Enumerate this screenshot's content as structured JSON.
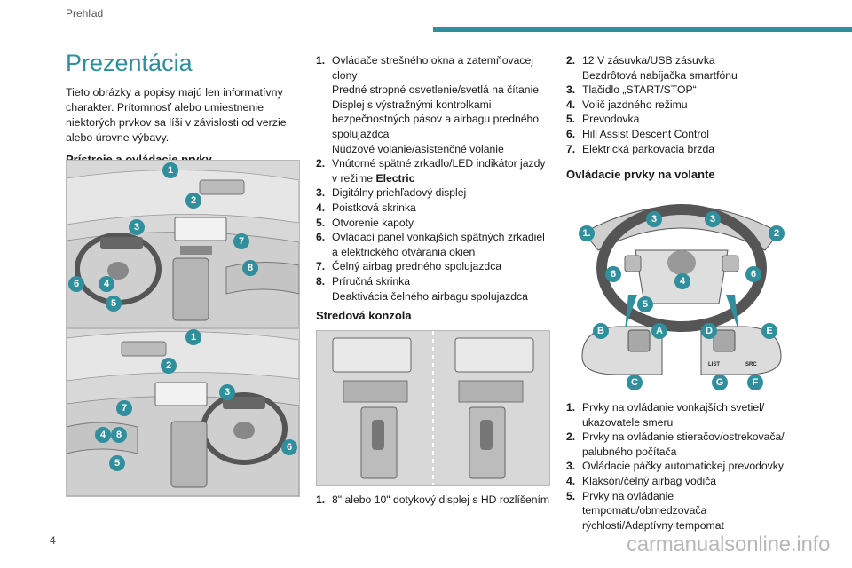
{
  "header": {
    "section": "Prehľad",
    "accent": "#2f8f9d"
  },
  "page_number": "4",
  "watermark": "carmanualsonline.info",
  "title": "Prezentácia",
  "intro": "Tieto obrázky a popisy majú len informatívny charakter.  Prítomnosť alebo umiestnenie niektorých prvkov sa líši v závislosti od verzie alebo úrovne výbavy.",
  "instruments": {
    "heading": "Prístroje a ovládacie prvky",
    "callouts_top": [
      "1",
      "2",
      "3",
      "7",
      "8",
      "6",
      "4",
      "5"
    ],
    "callouts_bottom": [
      "1",
      "2",
      "3",
      "7",
      "4",
      "8",
      "6",
      "5"
    ],
    "items": [
      {
        "n": "1.",
        "lines": [
          "Ovládače strešného okna a zatemňovacej clony",
          "Predné stropné osvetlenie/svetlá na čítanie",
          "Displej s výstražnými kontrolkami bezpečnostných pásov a airbagu predného spolujazdca",
          "Núdzové volanie/asistenčné volanie"
        ]
      },
      {
        "n": "2.",
        "pre": "Vnútorné spätné zrkadlo/LED indikátor jazdy v režime ",
        "bold": "Electric"
      },
      {
        "n": "3.",
        "lines": [
          "Digitálny priehľadový displej"
        ]
      },
      {
        "n": "4.",
        "lines": [
          "Poistková skrinka"
        ]
      },
      {
        "n": "5.",
        "lines": [
          "Otvorenie kapoty"
        ]
      },
      {
        "n": "6.",
        "lines": [
          "Ovládací panel vonkajších spätných zrkadiel a elektrického otvárania okien"
        ]
      },
      {
        "n": "7.",
        "lines": [
          "Čelný airbag predného spolujazdca"
        ]
      },
      {
        "n": "8.",
        "lines": [
          "Príručná skrinka",
          "Deaktivácia čelného airbagu spolujazdca"
        ]
      }
    ]
  },
  "console": {
    "heading": "Stredová konzola",
    "items": [
      {
        "n": "1.",
        "lines": [
          "8\" alebo 10\" dotykový displej s HD rozlíšením"
        ]
      },
      {
        "n": "2.",
        "lines": [
          "12 V zásuvka/USB zásuvka",
          "Bezdrôtová nabíjačka smartfónu"
        ]
      },
      {
        "n": "3.",
        "lines": [
          "Tlačidlo „START/STOP“"
        ]
      },
      {
        "n": "4.",
        "lines": [
          "Volič jazdného režimu"
        ]
      },
      {
        "n": "5.",
        "lines": [
          "Prevodovka"
        ]
      },
      {
        "n": "6.",
        "lines": [
          "Hill Assist Descent Control"
        ]
      },
      {
        "n": "7.",
        "lines": [
          "Elektrická parkovacia brzda"
        ]
      }
    ]
  },
  "wheel": {
    "heading": "Ovládacie prvky na volante",
    "button_labels": {
      "list": "LIST",
      "src": "SRC"
    },
    "items": [
      {
        "n": "1.",
        "lines": [
          "Prvky na ovládanie vonkajších svetiel/ ukazovatele smeru"
        ]
      },
      {
        "n": "2.",
        "lines": [
          "Prvky na ovládanie stieračov/ostrekovača/ palubného počítača"
        ]
      },
      {
        "n": "3.",
        "lines": [
          "Ovládacie páčky automatickej prevodovky"
        ]
      },
      {
        "n": "4.",
        "lines": [
          "Klaksón/čelný airbag vodiča"
        ]
      },
      {
        "n": "5.",
        "lines": [
          "Prvky na ovládanie tempomatu/obmedzovača rýchlosti/Adaptívny tempomat"
        ]
      }
    ]
  }
}
